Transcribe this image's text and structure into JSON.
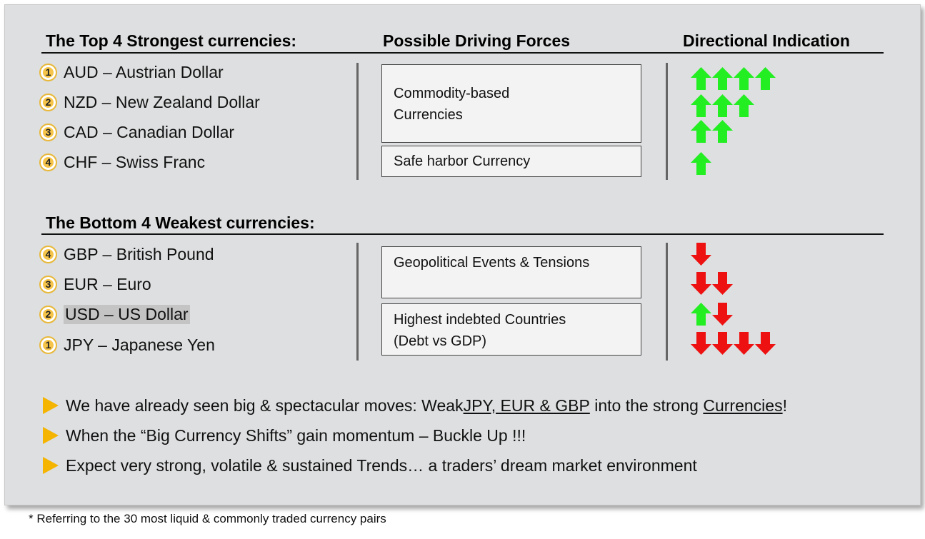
{
  "top": {
    "heading": "The  Top 4 Strongest currencies:",
    "forces_heading": "Possible Driving Forces",
    "direction_heading": "Directional Indication",
    "items": [
      {
        "rank": "1",
        "label": "AUD – Austrian Dollar"
      },
      {
        "rank": "2",
        "label": "NZD – New Zealand Dollar"
      },
      {
        "rank": "3",
        "label": "CAD – Canadian Dollar"
      },
      {
        "rank": "4",
        "label": "CHF – Swiss Franc"
      }
    ],
    "forces": [
      {
        "line1": "Commodity-based",
        "line2": "Currencies"
      },
      {
        "line1": "Safe harbor Currency",
        "line2": ""
      }
    ],
    "directions": [
      [
        "up",
        "up",
        "up",
        "up"
      ],
      [
        "up",
        "up",
        "up"
      ],
      [
        "up",
        "up"
      ],
      [
        "up"
      ]
    ]
  },
  "bottom": {
    "heading": "The Bottom 4 Weakest currencies:",
    "items": [
      {
        "rank": "4",
        "label": "GBP – British Pound"
      },
      {
        "rank": "3",
        "label": "EUR – Euro"
      },
      {
        "rank": "2",
        "label": "USD – US Dollar"
      },
      {
        "rank": "1",
        "label": "JPY – Japanese Yen"
      }
    ],
    "forces": [
      {
        "line1": "Geopolitical Events & Tensions",
        "line2": ""
      },
      {
        "line1": "Highest indebted Countries",
        "line2": "(Debt vs GDP)"
      }
    ],
    "directions": [
      [
        "down"
      ],
      [
        "down",
        "down"
      ],
      [
        "up",
        "down"
      ],
      [
        "down",
        "down",
        "down",
        "down"
      ]
    ]
  },
  "bullets": {
    "b1_pre": "We have already seen big & spectacular moves: Weak ",
    "b1_link1": "JPY, EUR & GBP",
    "b1_mid": " into the strong ",
    "b1_link2": "Currencies",
    "b1_end": "!",
    "b2": "When the “Big Currency Shifts” gain momentum – Buckle Up !!!",
    "b3": "Expect very  strong, volatile & sustained Trends…  a traders’ dream market environment"
  },
  "footnote": "* Referring to the 30 most liquid & commonly traded currency pairs",
  "colors": {
    "up": "#22ee22",
    "down": "#ee1111",
    "bullet": "#f4b400",
    "badge": "#f5c449"
  }
}
